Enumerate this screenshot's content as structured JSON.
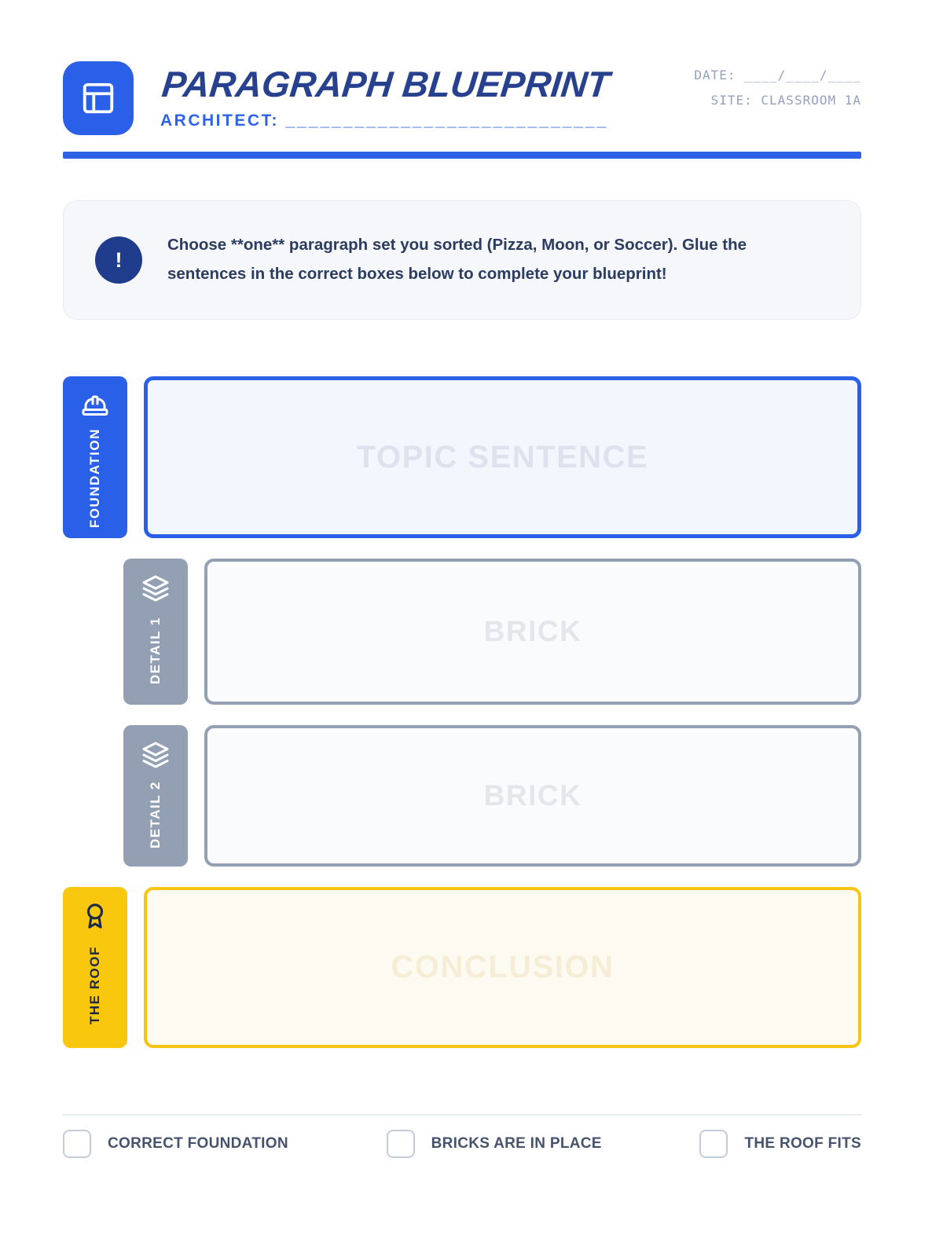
{
  "header": {
    "title": "PARAGRAPH BLUEPRINT",
    "architect_label": "ARCHITECT:",
    "architect_blank": "____________________________",
    "date_label": "DATE:",
    "date_blank": "____/____/____",
    "site_label": "SITE:",
    "site_value": "CLASSROOM 1A"
  },
  "instructions": {
    "alert_symbol": "!",
    "text": "Choose **one** paragraph set you sorted (Pizza, Moon, or Soccer). Glue the sentences in the correct boxes below to complete your blueprint!"
  },
  "sections": [
    {
      "id": "foundation",
      "tab_label": "FOUNDATION",
      "icon": "hard-hat-icon",
      "placeholder": "TOPIC SENTENCE"
    },
    {
      "id": "detail-1",
      "tab_label": "DETAIL 1",
      "icon": "layers-icon",
      "placeholder": "BRICK"
    },
    {
      "id": "detail-2",
      "tab_label": "DETAIL 2",
      "icon": "layers-icon",
      "placeholder": "BRICK"
    },
    {
      "id": "the-roof",
      "tab_label": "THE ROOF",
      "icon": "award-icon",
      "placeholder": "CONCLUSION"
    }
  ],
  "checklist": [
    {
      "label": "CORRECT FOUNDATION",
      "checked": false
    },
    {
      "label": "BRICKS ARE IN PLACE",
      "checked": false
    },
    {
      "label": "THE ROOF FITS",
      "checked": false
    }
  ],
  "colors": {
    "accent_blue": "#2a5fe8",
    "title_navy": "#27418f",
    "tab_gray": "#93a0b4",
    "roof_yellow": "#f8c70e",
    "alert_navy": "#1f3d8c"
  }
}
